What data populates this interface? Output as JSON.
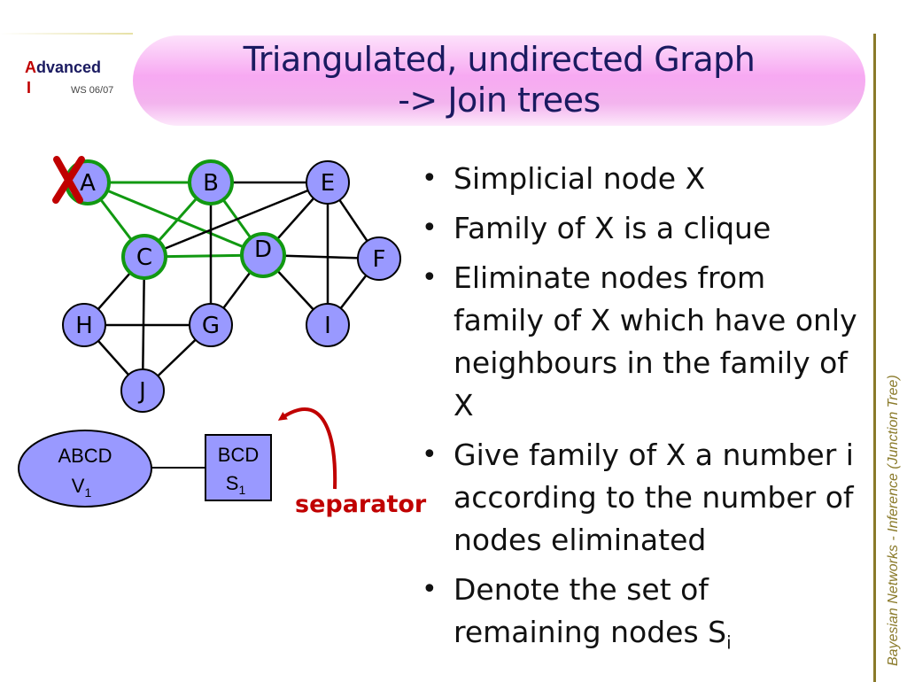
{
  "logo": {
    "first_letter": "A",
    "rest": "dvanced",
    "second_line": "I",
    "term": "WS 06/07"
  },
  "title": {
    "line1": "Triangulated, undirected Graph",
    "line2": "-> Join trees"
  },
  "side_caption": "Bayesian Networks  -  Inference (Junction Tree)",
  "graph": {
    "nodes": [
      {
        "id": "A",
        "label": "A",
        "highlight": true
      },
      {
        "id": "B",
        "label": "B",
        "highlight": true
      },
      {
        "id": "C",
        "label": "C",
        "highlight": true
      },
      {
        "id": "D",
        "label": "D",
        "highlight": true
      },
      {
        "id": "E",
        "label": "E",
        "highlight": false
      },
      {
        "id": "F",
        "label": "F",
        "highlight": false
      },
      {
        "id": "G",
        "label": "G",
        "highlight": false
      },
      {
        "id": "H",
        "label": "H",
        "highlight": false
      },
      {
        "id": "I",
        "label": "I",
        "highlight": false
      },
      {
        "id": "J",
        "label": "J",
        "highlight": false
      }
    ],
    "edges": [
      {
        "from": "A",
        "to": "B",
        "clique": true
      },
      {
        "from": "A",
        "to": "C",
        "clique": true
      },
      {
        "from": "A",
        "to": "D",
        "clique": true
      },
      {
        "from": "B",
        "to": "C",
        "clique": true
      },
      {
        "from": "B",
        "to": "D",
        "clique": true
      },
      {
        "from": "C",
        "to": "D",
        "clique": true
      },
      {
        "from": "B",
        "to": "E",
        "clique": false
      },
      {
        "from": "B",
        "to": "G",
        "clique": false
      },
      {
        "from": "C",
        "to": "E",
        "clique": false
      },
      {
        "from": "C",
        "to": "H",
        "clique": false
      },
      {
        "from": "C",
        "to": "J",
        "clique": false
      },
      {
        "from": "D",
        "to": "E",
        "clique": false
      },
      {
        "from": "D",
        "to": "F",
        "clique": false
      },
      {
        "from": "D",
        "to": "G",
        "clique": false
      },
      {
        "from": "D",
        "to": "I",
        "clique": false
      },
      {
        "from": "E",
        "to": "F",
        "clique": false
      },
      {
        "from": "E",
        "to": "I",
        "clique": false
      },
      {
        "from": "F",
        "to": "I",
        "clique": false
      },
      {
        "from": "H",
        "to": "G",
        "clique": false
      },
      {
        "from": "H",
        "to": "J",
        "clique": false
      },
      {
        "from": "G",
        "to": "J",
        "clique": false
      }
    ],
    "eliminated_node": "A",
    "colors": {
      "node_fill": "#9999ff",
      "node_stroke": "#000000",
      "highlight_stroke": "#119911",
      "clique_edge": "#119911",
      "edge": "#000000",
      "cross": "#c00000",
      "separator": "#c00000"
    }
  },
  "join_tree": {
    "clique_label": "ABCD",
    "clique_symbol": "V",
    "clique_index": "1",
    "separator_label": "BCD",
    "separator_symbol": "S",
    "separator_index": "1"
  },
  "separator_callout": "separator",
  "bullets": [
    {
      "text": "Simplicial node X"
    },
    {
      "text": "Family of X is a clique"
    },
    {
      "text": "Eliminate nodes from family of X which have only neighbours in the family of X"
    },
    {
      "text": "Give family of X a number i according to the number of nodes eliminated"
    },
    {
      "text": "Denote the set of remaining nodes S",
      "sub": "i"
    }
  ]
}
